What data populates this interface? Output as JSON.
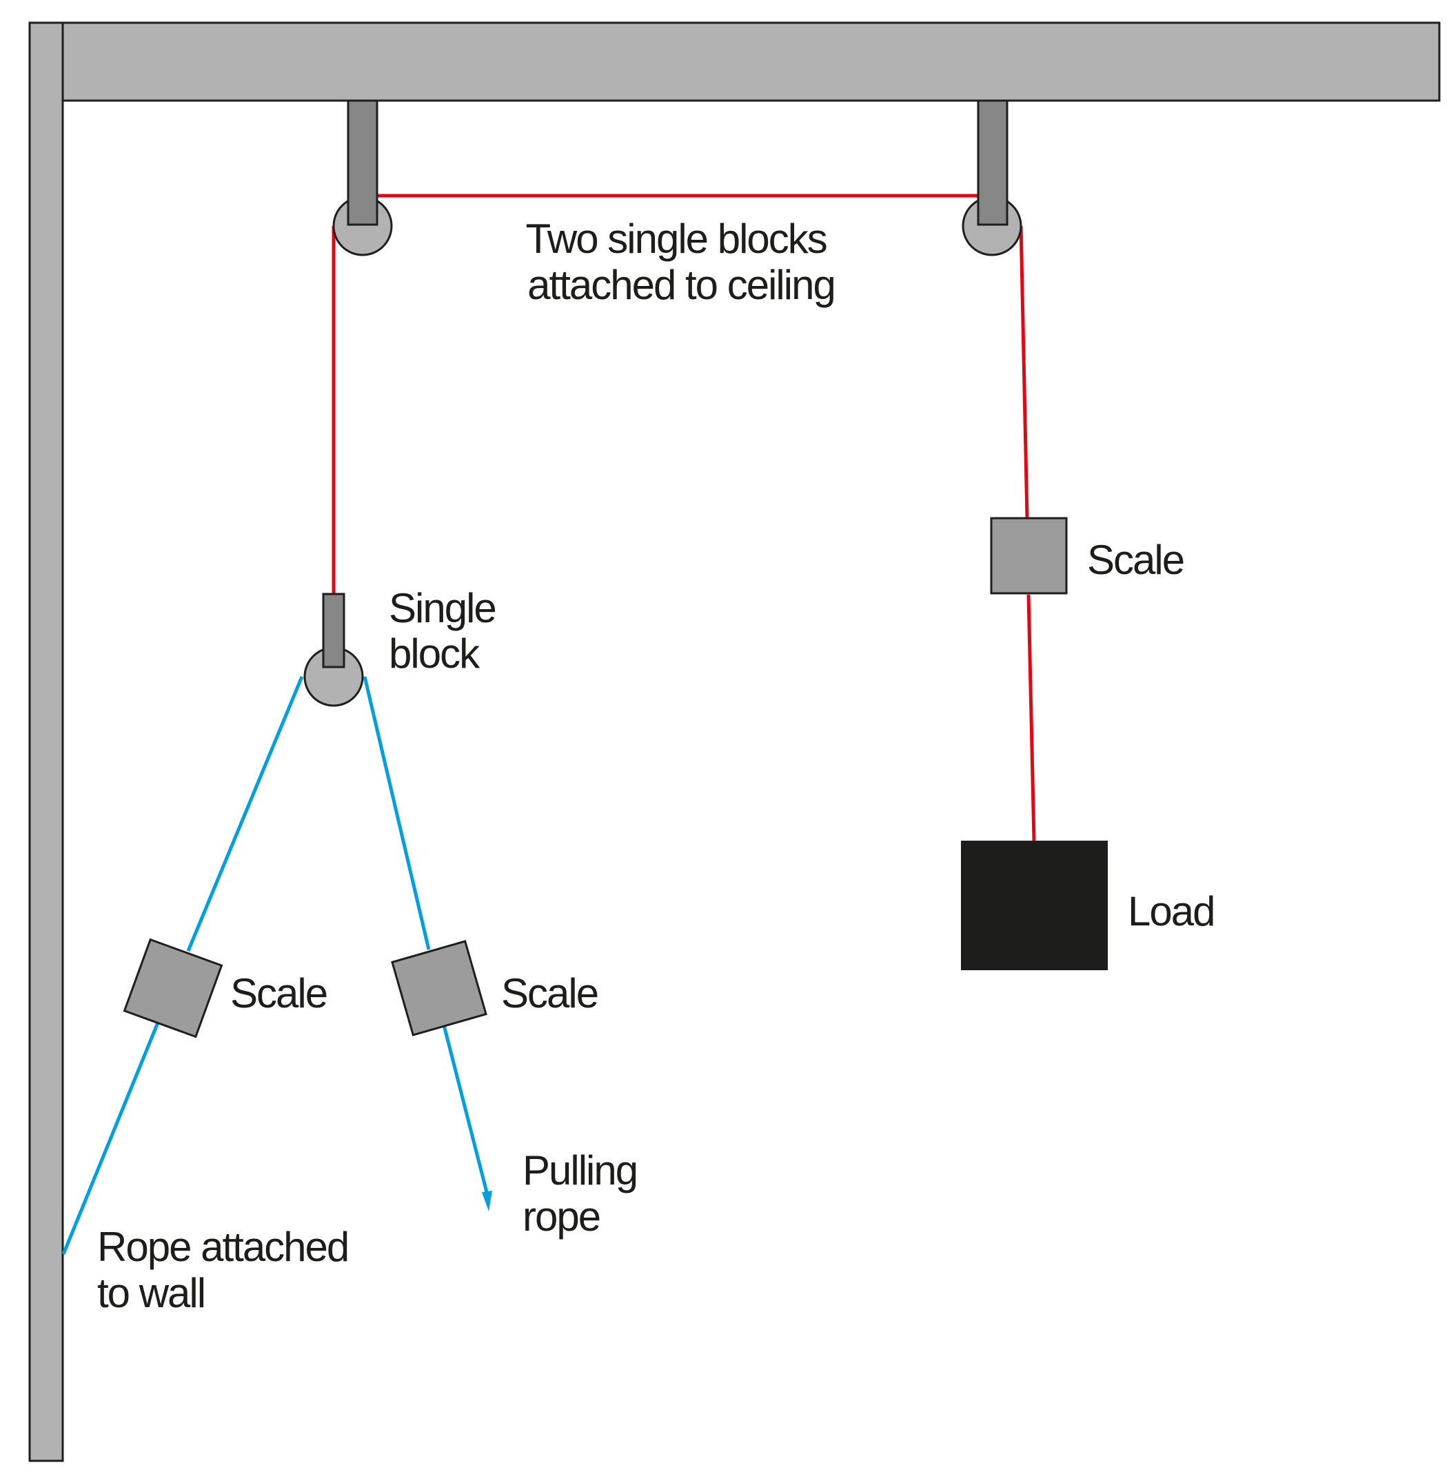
{
  "labels": {
    "ceiling_blocks": [
      "Two single blocks",
      "attached to ceiling"
    ],
    "single_block": [
      "Single",
      "block"
    ],
    "scale_right": "Scale",
    "load": "Load",
    "scale_left": "Scale",
    "scale_middle": "Scale",
    "pulling_rope": [
      "Pulling",
      "rope"
    ],
    "rope_wall": [
      "Rope attached",
      "to wall"
    ]
  },
  "colors": {
    "frame": "#b2b2b2",
    "bracket": "#878787",
    "scale": "#9c9c9c",
    "load": "#1d1d1b",
    "rope_over_ceiling": "#e30613",
    "rope_lower": "#009fe3"
  }
}
